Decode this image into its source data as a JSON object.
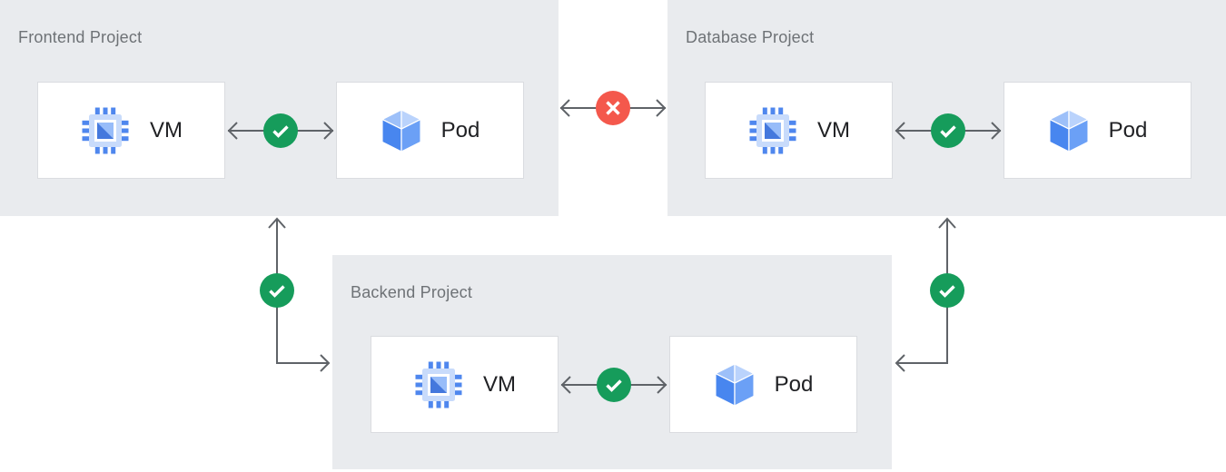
{
  "diagram": {
    "type": "network-architecture-diagram",
    "description": "Three project panels with VM and Pod nodes joined by allowed (check) and blocked (x) connections"
  },
  "colors": {
    "page_bg": "#ffffff",
    "panel_bg": "#e9ebee",
    "node_bg": "#ffffff",
    "node_border": "#dadce0",
    "arrow": "#5f6368",
    "title_text": "#6e7276",
    "label_text": "#202124",
    "success": "#169c5b",
    "error": "#f4584c",
    "icon_blue": "#4f87ee",
    "icon_blue_light": "#c8dbfb"
  },
  "projects": {
    "frontend": {
      "title": "Frontend Project",
      "nodes": [
        {
          "label": "VM",
          "icon": "compute-vm-chip-icon"
        },
        {
          "label": "Pod",
          "icon": "pod-cube-icon"
        }
      ],
      "internal_link": {
        "status": "allowed",
        "icon": "check-icon"
      }
    },
    "database": {
      "title": "Database Project",
      "nodes": [
        {
          "label": "VM",
          "icon": "compute-vm-chip-icon"
        },
        {
          "label": "Pod",
          "icon": "pod-cube-icon"
        }
      ],
      "internal_link": {
        "status": "allowed",
        "icon": "check-icon"
      }
    },
    "backend": {
      "title": "Backend Project",
      "nodes": [
        {
          "label": "VM",
          "icon": "compute-vm-chip-icon"
        },
        {
          "label": "Pod",
          "icon": "pod-cube-icon"
        }
      ],
      "internal_link": {
        "status": "allowed",
        "icon": "check-icon"
      }
    }
  },
  "connections": [
    {
      "from": "Frontend Project VM",
      "to": "Frontend Project Pod",
      "status": "allowed",
      "icon": "check-icon",
      "arrows": "both"
    },
    {
      "from": "Database Project VM",
      "to": "Database Project Pod",
      "status": "allowed",
      "icon": "check-icon",
      "arrows": "both"
    },
    {
      "from": "Backend Project VM",
      "to": "Backend Project Pod",
      "status": "allowed",
      "icon": "check-icon",
      "arrows": "both"
    },
    {
      "from": "Frontend Project",
      "to": "Database Project",
      "status": "blocked",
      "icon": "x-icon",
      "arrows": "both"
    },
    {
      "from": "Backend Project",
      "to": "Frontend Project",
      "status": "allowed",
      "icon": "check-icon",
      "arrows": "both"
    },
    {
      "from": "Backend Project",
      "to": "Database Project",
      "status": "allowed",
      "icon": "check-icon",
      "arrows": "both"
    }
  ]
}
